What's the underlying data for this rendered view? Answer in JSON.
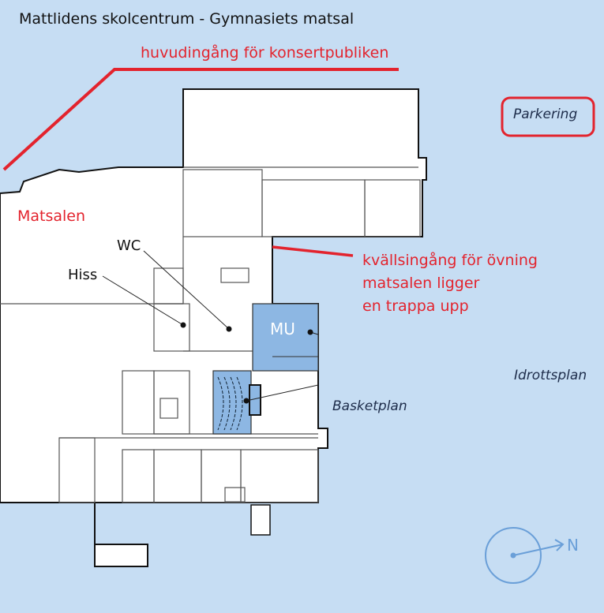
{
  "title": "Mattlidens skolcentrum - Gymnasiets matsal",
  "annotations": {
    "main_entrance": "huvudingång för konsertpubliken",
    "evening_entrance_line1": "kvällsingång för övning",
    "evening_entrance_line2": "matsalen ligger",
    "evening_entrance_line3": "en trappa upp"
  },
  "rooms": {
    "dining_hall": "Matsalen",
    "wc": "WC",
    "elevator": "Hiss",
    "mu": "MU"
  },
  "outdoor": {
    "parking": "Parkering",
    "sports_field": "Idrottsplan",
    "basketball_court": "Basketplan"
  },
  "compass": {
    "north": "N"
  },
  "colors": {
    "background": "#c6ddf3",
    "highlight_red": "#e3232d",
    "room_blue": "#8db7e3"
  }
}
